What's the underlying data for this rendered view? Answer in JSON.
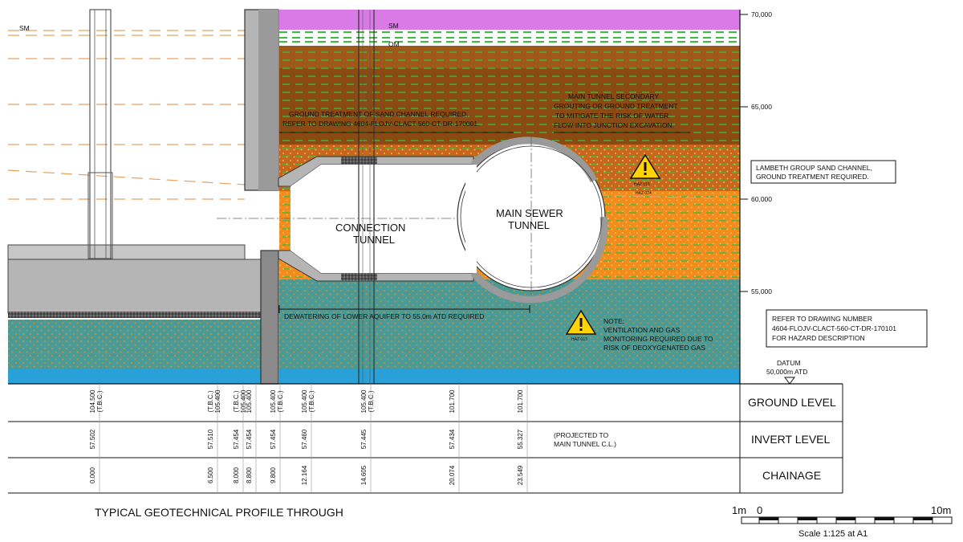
{
  "strata_labels": {
    "sm_left": "SM",
    "sm_right": "SM",
    "om": "OM"
  },
  "elevations": [
    {
      "value": 70,
      "label": "70,000"
    },
    {
      "value": 65,
      "label": "65,000"
    },
    {
      "value": 60,
      "label": "60,000"
    },
    {
      "value": 55,
      "label": "55,000"
    }
  ],
  "notes": {
    "ground_treatment": [
      "GROUND TREATMENT OF  SAND CHANNEL REQUIRED.",
      "REFER TO DRAWING 4604-FLOJV-CLACT-560-CT-DR-170001."
    ],
    "main_tunnel_grouting": [
      "MAIN TUNNEL SECONDARY",
      "GROUTING OR GROUND TREATMENT",
      "TO MITIGATE THE RISK OF WATER",
      "FLOW INTO JUNCTION EXCAVATION."
    ],
    "lambeth_group": [
      "LAMBETH GROUP SAND CHANNEL,",
      "GROUND TREATMENT REQUIRED."
    ],
    "refer_drawing": [
      "REFER TO DRAWING NUMBER",
      "4604-FLOJV-CLACT-560-CT-DR-170101",
      "FOR HAZARD DESCRIPTION"
    ],
    "dewatering": "DEWATERING OF LOWER AQUIFER TO 55,0m ATD REQUIRED",
    "ventilation": [
      "NOTE:",
      "VENTILATION AND GAS",
      "MONITORING REQUIRED DUE TO",
      "RISK OF DEOXYGENATED GAS"
    ],
    "datum": [
      "DATUM",
      "50,000m ATD"
    ]
  },
  "hazard_codes": {
    "haz_a1": "HAZ 015",
    "haz_a2": "HAZ 024",
    "haz_b": "HAZ 013"
  },
  "tunnel_labels": {
    "connection": [
      "CONNECTION",
      "TUNNEL"
    ],
    "main_sewer": [
      "MAIN SEWER",
      "TUNNEL"
    ]
  },
  "table": {
    "headers": [
      "GROUND LEVEL",
      "INVERT LEVEL",
      "CHAINAGE"
    ],
    "projected_note": [
      "(PROJECTED TO",
      "MAIN TUNNEL C.L.)"
    ],
    "columns": [
      {
        "ground": [
          "104.500",
          "(T.B.C.)"
        ],
        "invert": "57.502",
        "chainage": "0.000"
      },
      {
        "ground": [
          "(T.B.C.)",
          "105.400"
        ],
        "invert": "57.510",
        "chainage": "6.500"
      },
      {
        "ground": [
          "(T.B.C.)",
          "105.400"
        ],
        "invert": "57.454",
        "chainage": "8.000"
      },
      {
        "ground": [
          "105.400",
          ""
        ],
        "invert": "57.454",
        "chainage": "8.800"
      },
      {
        "ground": [
          "105.400",
          "(T.B.C.)"
        ],
        "invert": "57.454",
        "chainage": "9.800"
      },
      {
        "ground": [
          "105.400",
          "(T.B.C.)"
        ],
        "invert": "57.460",
        "chainage": "12.164"
      },
      {
        "ground": [
          "105.400",
          "(T.B.C.)"
        ],
        "invert": "57.445",
        "chainage": "14.605"
      },
      {
        "ground": [
          "101.700",
          ""
        ],
        "invert": "57.434",
        "chainage": "20.074"
      },
      {
        "ground": [
          "101.700",
          ""
        ],
        "invert": "55.327",
        "chainage": "23.549"
      }
    ]
  },
  "title": "TYPICAL GEOTECHNICAL PROFILE THROUGH",
  "scale": {
    "left": "1m",
    "zero": "0",
    "right": "10m",
    "caption": "Scale 1:125 at A1"
  },
  "colors": {
    "made_ground": "#d97ae6",
    "clay_dark": "#8a4a12",
    "clay_mid": "#a0581a",
    "sand_orange": "#e0862a",
    "sand_bright": "#f28c1c",
    "aquifer_teal": "#4a9a96",
    "chalk_blue": "#2aa0d8",
    "concrete": "#b5b5b5",
    "hazard": "#ffd400"
  }
}
